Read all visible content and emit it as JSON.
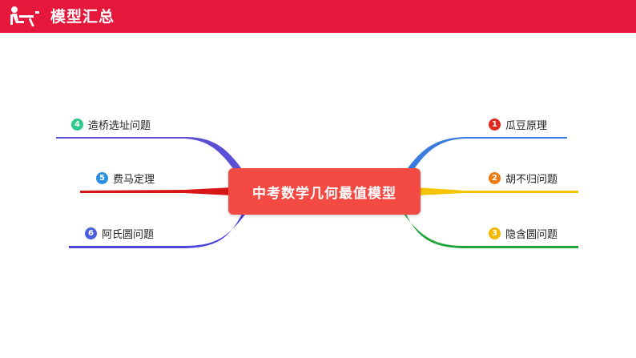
{
  "header": {
    "title": "模型汇总",
    "bar_color": "#e5173a",
    "logo_icon": "person-at-desk-icon"
  },
  "mindmap": {
    "center": {
      "label": "中考数学几何最值模型",
      "color": "#f44a44"
    },
    "right_branches": [
      {
        "number": "1",
        "label": "瓜豆原理",
        "color": "#e0281c",
        "line_color": "#3a7be0"
      },
      {
        "number": "2",
        "label": "胡不归问题",
        "color": "#f07a12",
        "line_color": "#f5c400"
      },
      {
        "number": "3",
        "label": "隐含圆问题",
        "color": "#f5b800",
        "line_color": "#22a33a"
      }
    ],
    "left_branches": [
      {
        "number": "4",
        "label": "造桥选址问题",
        "color": "#2ec98a",
        "line_color": "#5b4fd6"
      },
      {
        "number": "5",
        "label": "费马定理",
        "color": "#2a8fe0",
        "line_color": "#d81818"
      },
      {
        "number": "6",
        "label": "阿氏圆问题",
        "color": "#4a5fe0",
        "line_color": "#4a46d8"
      }
    ]
  }
}
